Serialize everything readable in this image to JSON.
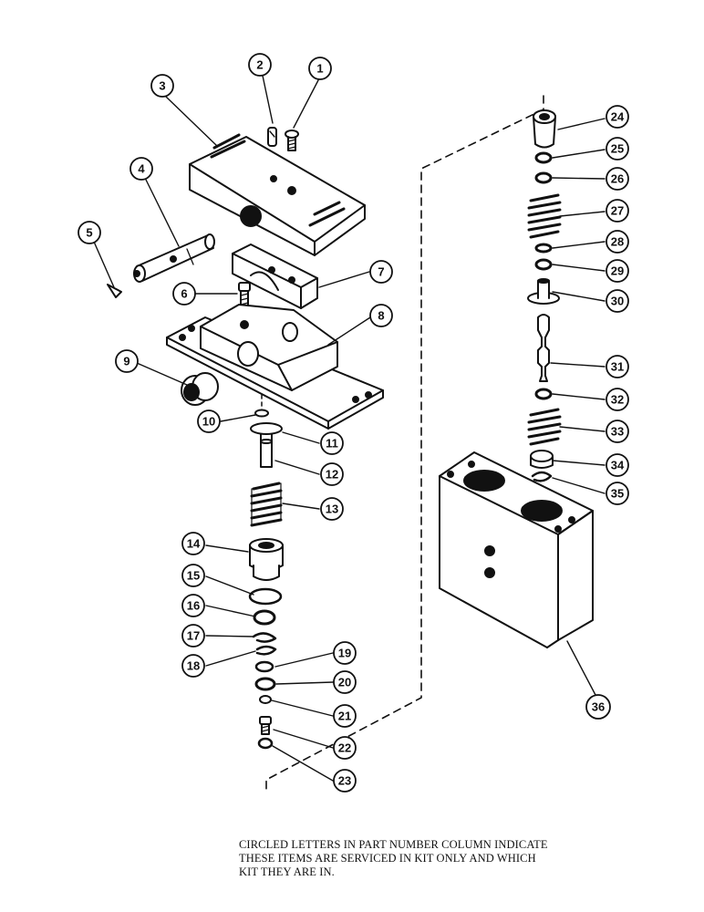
{
  "callouts": [
    "1",
    "2",
    "3",
    "4",
    "5",
    "6",
    "7",
    "8",
    "9",
    "10",
    "11",
    "12",
    "13",
    "14",
    "15",
    "16",
    "17",
    "18",
    "19",
    "20",
    "21",
    "22",
    "23",
    "24",
    "25",
    "26",
    "27",
    "28",
    "29",
    "30",
    "31",
    "32",
    "33",
    "34",
    "35",
    "36"
  ],
  "note": {
    "line1": "CIRCLED LETTERS IN PART NUMBER COLUMN INDICATE",
    "line2": "THESE ITEMS ARE SERVICED IN KIT ONLY AND WHICH",
    "line3": "KIT THEY ARE IN."
  },
  "colors": {
    "ink": "#111111",
    "paper": "#ffffff"
  }
}
